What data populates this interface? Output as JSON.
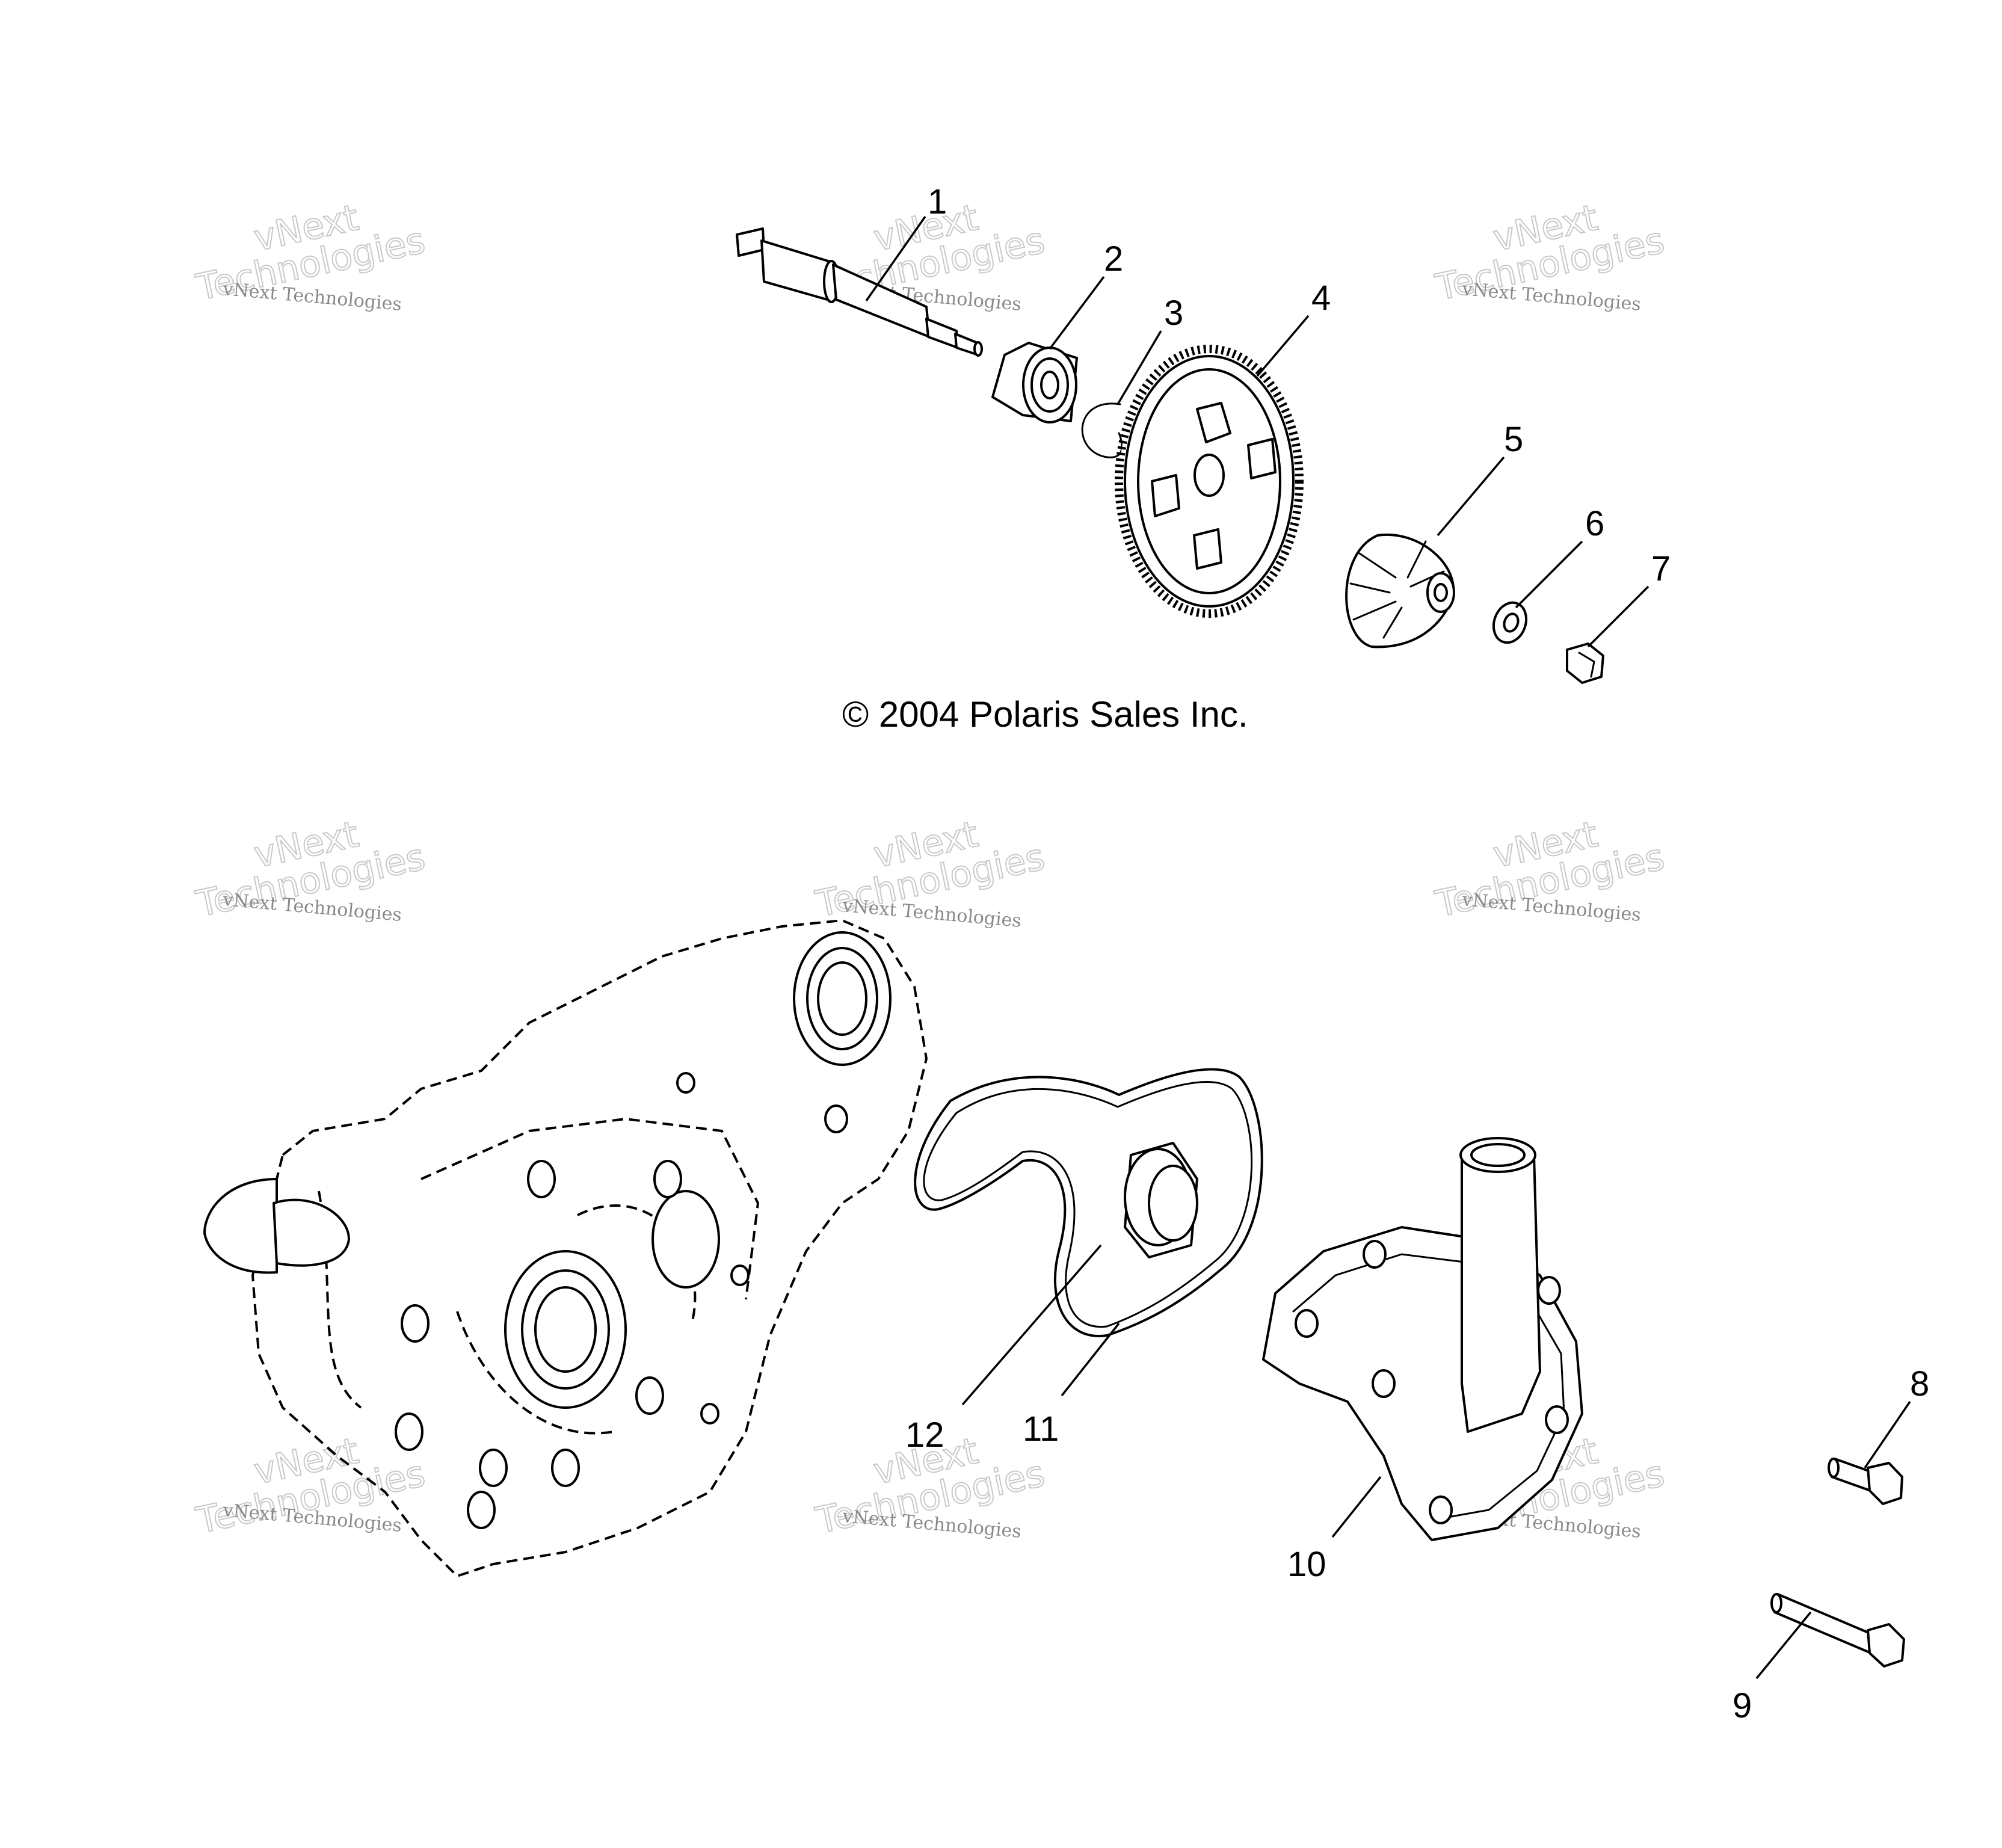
{
  "copyright": "© 2004 Polaris Sales Inc.",
  "watermark": {
    "line1": "vNext Technologies",
    "line2": "vNext",
    "line3": "Technologies"
  },
  "callouts": [
    "1",
    "2",
    "3",
    "4",
    "5",
    "6",
    "7",
    "8",
    "9",
    "10",
    "11",
    "12"
  ],
  "colors": {
    "line": "#000000",
    "background": "#ffffff",
    "watermark": "#8a8a8a"
  }
}
